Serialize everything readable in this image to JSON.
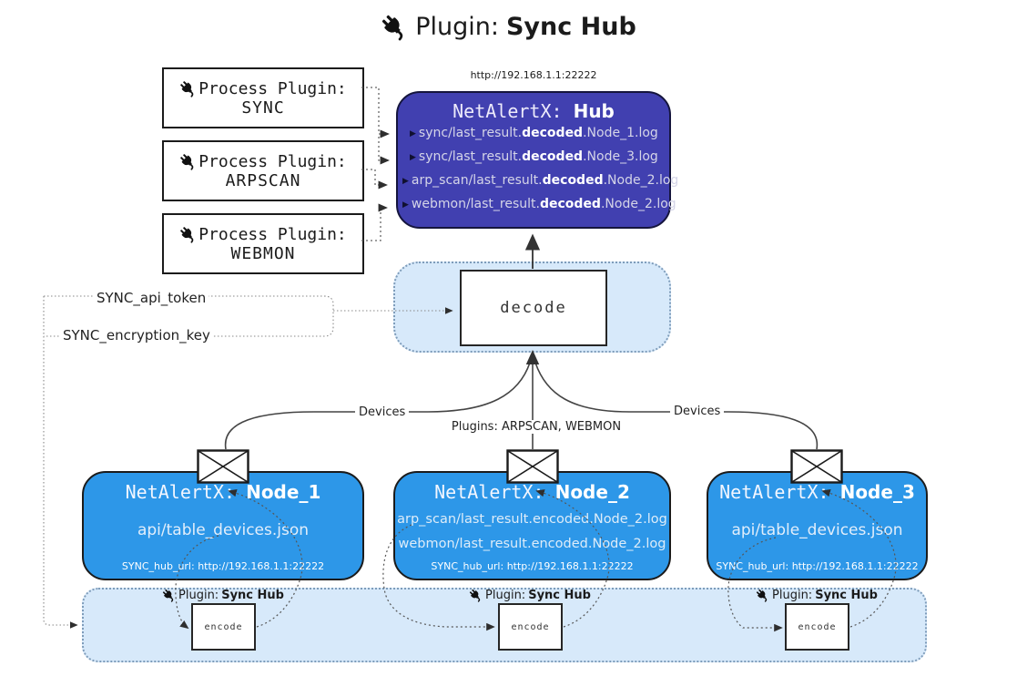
{
  "title": {
    "prefix": "Plugin: ",
    "name": "Sync Hub"
  },
  "colors": {
    "hub_fill": "#4140b0",
    "node_fill": "#2d97e8",
    "panel_fill": "#d7e9fa",
    "panel_border": "#7e9cba",
    "hub_text": "#d5d5e8",
    "node_border": "#1b1b1b"
  },
  "hub": {
    "url": "http://192.168.1.1:22222",
    "name_prefix": "NetAlertX: ",
    "name": "Hub",
    "logs": [
      {
        "pre": "sync/last_result.",
        "bold": "decoded",
        "post": ".Node_1.log"
      },
      {
        "pre": "sync/last_result.",
        "bold": "decoded",
        "post": ".Node_3.log"
      },
      {
        "pre": "arp_scan/last_result.",
        "bold": "decoded",
        "post": ".Node_2.log"
      },
      {
        "pre": "webmon/last_result.",
        "bold": "decoded",
        "post": ".Node_2.log"
      }
    ]
  },
  "process_plugins": [
    {
      "label": "Process Plugin:",
      "name": "SYNC"
    },
    {
      "label": "Process Plugin:",
      "name": "ARPSCAN"
    },
    {
      "label": "Process Plugin:",
      "name": "WEBMON"
    }
  ],
  "decode_label": "decode",
  "keys": {
    "api_token": "SYNC_api_token",
    "encryption_key": "SYNC_encryption_key"
  },
  "edge_labels": {
    "devices_left": "Devices",
    "plugins": "Plugins: ARPSCAN, WEBMON",
    "devices_right": "Devices"
  },
  "nodes": [
    {
      "name_prefix": "NetAlertX: ",
      "name": "Node_1",
      "files": [
        "api/table_devices.json"
      ],
      "hub_url": "SYNC_hub_url: http://192.168.1.1:22222"
    },
    {
      "name_prefix": "NetAlertX: ",
      "name": "Node_2",
      "files": [
        "arp_scan/last_result.encoded.Node_2.log",
        "webmon/last_result.encoded.Node_2.log"
      ],
      "hub_url": "SYNC_hub_url: http://192.168.1.1:22222"
    },
    {
      "name_prefix": "NetAlertX: ",
      "name": "Node_3",
      "files": [
        "api/table_devices.json"
      ],
      "hub_url": "SYNC_hub_url: http://192.168.1.1:22222"
    }
  ],
  "encoders": [
    {
      "label_prefix": "Plugin: ",
      "label_bold": "Sync Hub",
      "box_label": "encode"
    },
    {
      "label_prefix": "Plugin: ",
      "label_bold": "Sync Hub",
      "box_label": "encode"
    },
    {
      "label_prefix": "Plugin: ",
      "label_bold": "Sync Hub",
      "box_label": "encode"
    }
  ]
}
